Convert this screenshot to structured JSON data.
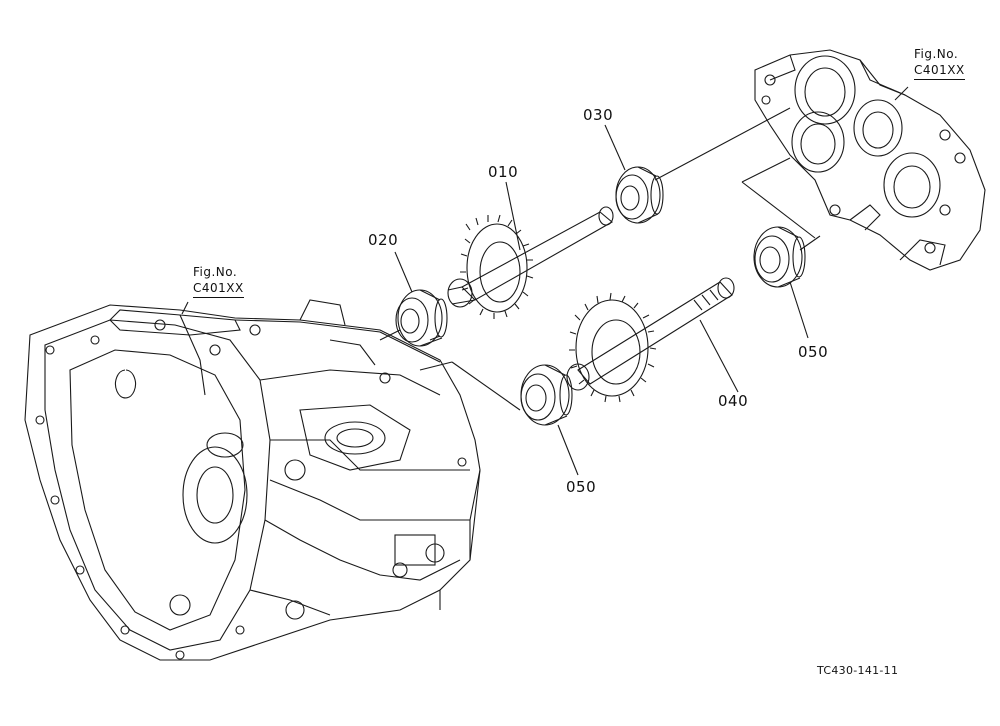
{
  "callouts": [
    {
      "id": "part-010",
      "text": "010"
    },
    {
      "id": "part-020",
      "text": "020"
    },
    {
      "id": "part-030",
      "text": "030"
    },
    {
      "id": "part-040",
      "text": "040"
    },
    {
      "id": "part-050-upper",
      "text": "050"
    },
    {
      "id": "part-050-lower",
      "text": "050"
    }
  ],
  "figure_refs": [
    {
      "label": "Fig.No.",
      "code": "C401XX"
    },
    {
      "label": "Fig.No.",
      "code": "C401XX"
    }
  ],
  "drawing_number": "TC430-141-11"
}
